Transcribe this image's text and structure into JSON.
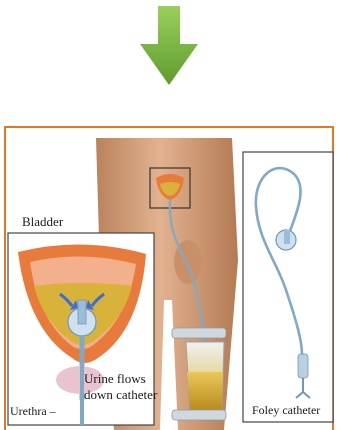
{
  "colors": {
    "arrow": "#7cb844",
    "frame": "#e27922",
    "skin": "#d8a57c",
    "bladder": "#e87a3c",
    "urine": "#d9b23a",
    "catheter": "#7fa9c9"
  },
  "labels": {
    "bladder": "Bladder",
    "urine_flow_line1": "Urine flows",
    "urine_flow_line2": "down catheter",
    "urethra": "Urethra –",
    "foley": "Foley catheter"
  }
}
